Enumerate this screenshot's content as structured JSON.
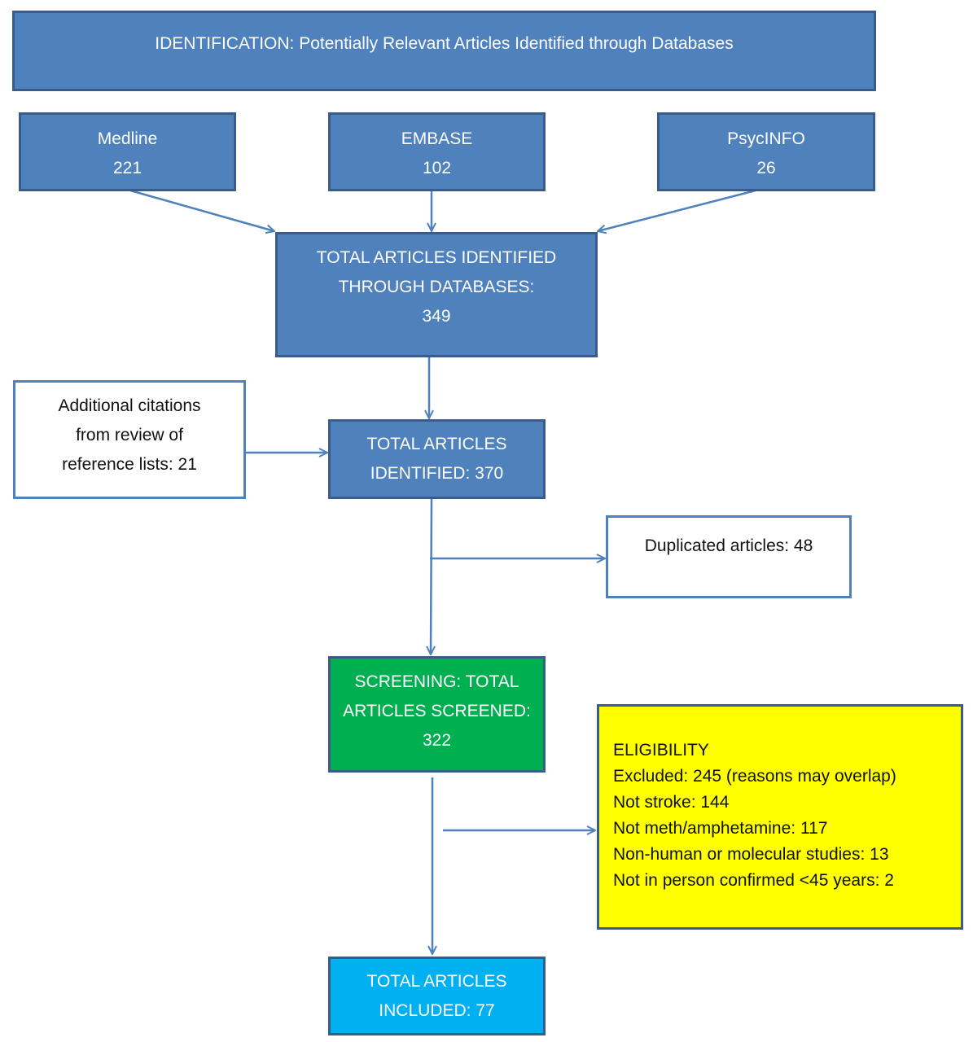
{
  "identification": {
    "title": "IDENTIFICATION: Potentially Relevant Articles Identified through Databases"
  },
  "databases": [
    {
      "name": "Medline",
      "count": "221"
    },
    {
      "name": "EMBASE",
      "count": "102"
    },
    {
      "name": "PsycINFO",
      "count": "26"
    }
  ],
  "total_databases": {
    "line1": "TOTAL ARTICLES IDENTIFIED",
    "line2": "THROUGH DATABASES:",
    "count": "349"
  },
  "additional": {
    "line1": "Additional  citations",
    "line2": "from  review  of",
    "line3": "reference lists: 21"
  },
  "total_identified": {
    "line1": "TOTAL ARTICLES",
    "line2": "IDENTIFIED: 370"
  },
  "duplicates": {
    "label": "Duplicated articles: 48"
  },
  "screening": {
    "line1": "SCREENING: TOTAL",
    "line2": "ARTICLES SCREENED:",
    "count": "322"
  },
  "eligibility": {
    "title": "ELIGIBILITY",
    "items": [
      "Excluded:  245 (reasons may overlap)",
      "Not stroke: 144",
      "Not meth/amphetamine:  117",
      "Non-human or molecular  studies: 13",
      "Not in person confirmed <45 years: 2"
    ]
  },
  "included": {
    "line1": "TOTAL ARTICLES",
    "line2": "INCLUDED: 77"
  },
  "colors": {
    "box_blue": "#4f81bd",
    "border_dark": "#385d8a",
    "arrow": "#4f81bd",
    "screening_green": "#00b050",
    "eligibility_yellow": "#ffff00",
    "included_cyan": "#00b0f0"
  }
}
